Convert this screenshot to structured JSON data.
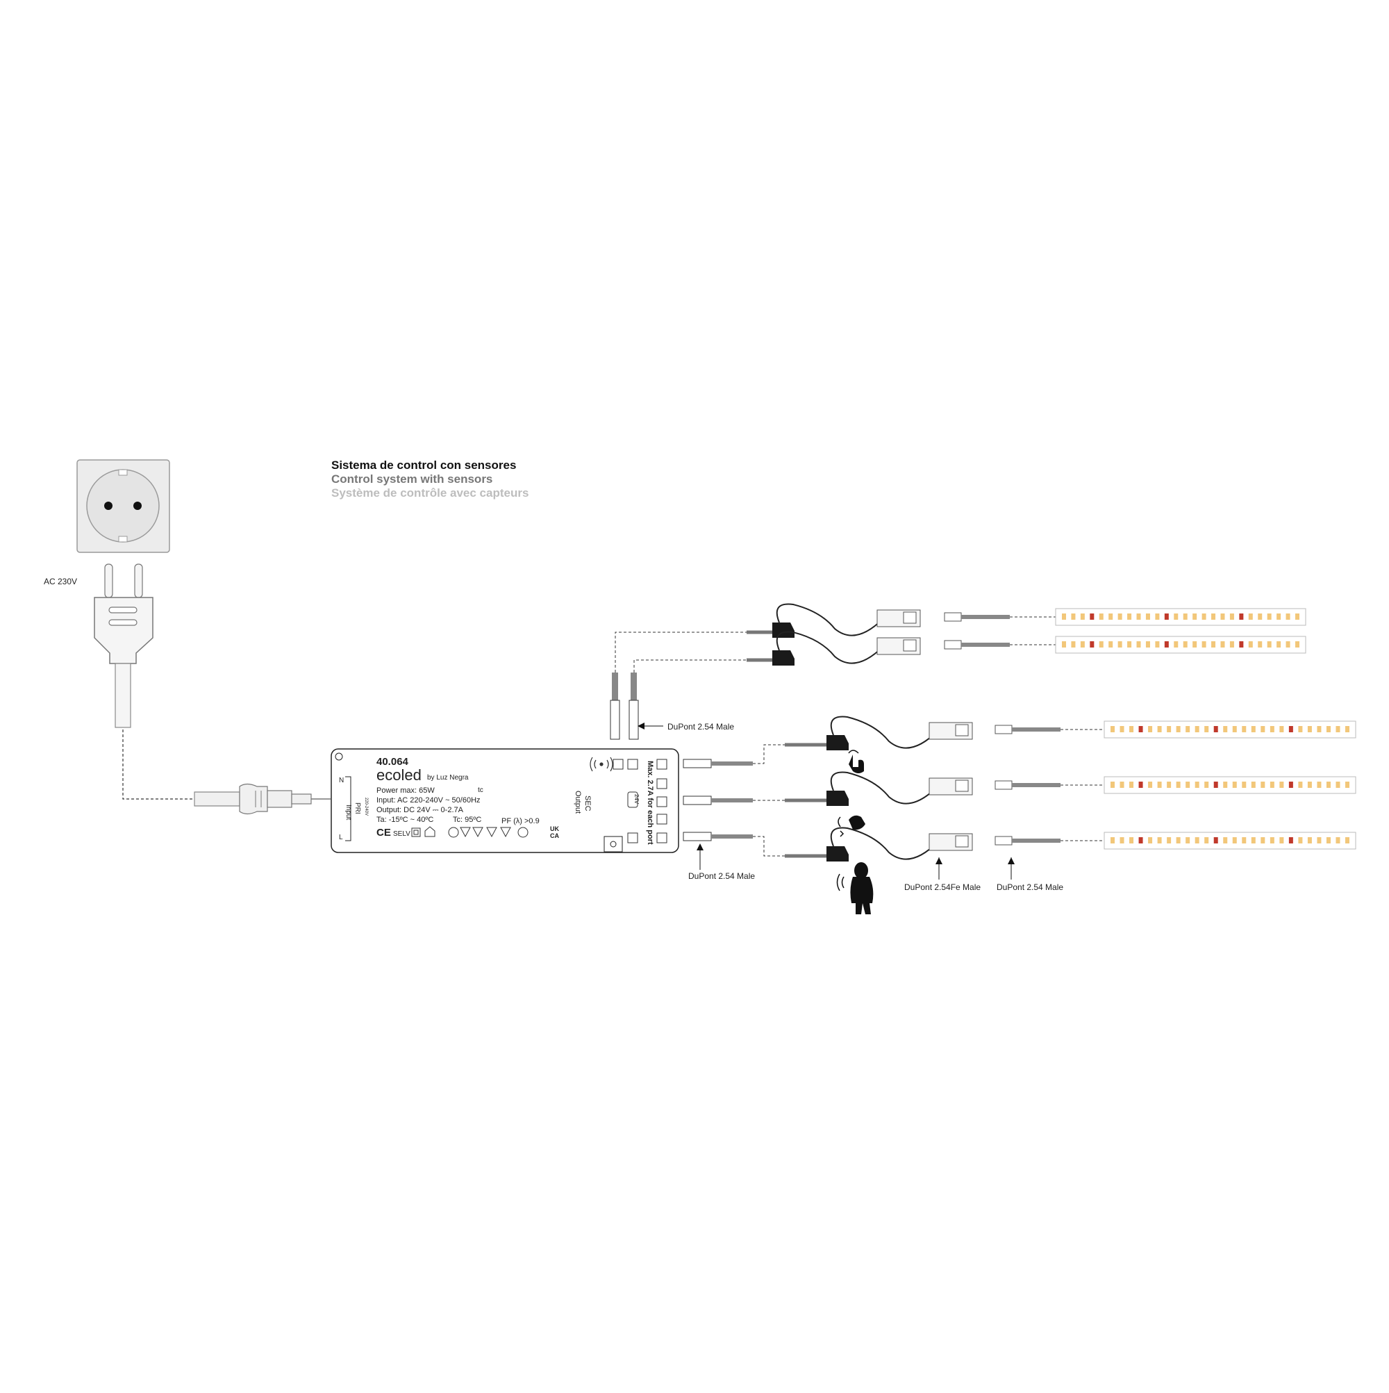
{
  "title": {
    "es": "Sistema de control con sensores",
    "en": "Control system with sensors",
    "fr": "Système de contrôle avec capteurs"
  },
  "mains": {
    "voltage_label": "AC 230V"
  },
  "driver": {
    "model": "40.064",
    "brand": "ecoled",
    "brand_suffix": "by Luz Negra",
    "power": "Power max: 65W",
    "input": "Input: AC 220-240V ~ 50/60Hz",
    "output": "Output: DC 24V ⎓ 0-2.7A",
    "ta": "Ta: -15ºC ~ 40ºC",
    "tc": "Tc: 95ºC",
    "pf": "PF (λ) >0.9",
    "tc_mark": "tc",
    "input_side": {
      "n": "N",
      "l": "L",
      "line1": "Input",
      "line2": "PRI",
      "line3": "220-240V"
    },
    "output_side": {
      "line1": "Output",
      "line2": "SEC",
      "voltage": "24V"
    },
    "max_port": "Max. 2.7A for each port",
    "cert_marks": [
      "CE",
      "SELV",
      "UK",
      "CA"
    ]
  },
  "connectors": {
    "top_pair": "DuPont 2.54 Male",
    "driver_out": "DuPont 2.54 Male",
    "female_male": "DuPont 2.54Fe Male",
    "strip_male": "DuPont 2.54 Male"
  },
  "colors": {
    "line": "#333333",
    "strip_led": "#f2c77a",
    "strip_red": "#c0392b",
    "outlet": "#ececec"
  },
  "icons": [
    "touch-sensor-icon",
    "wave-sensor-icon",
    "motion-sensor-person-icon",
    "wireless-icon"
  ]
}
